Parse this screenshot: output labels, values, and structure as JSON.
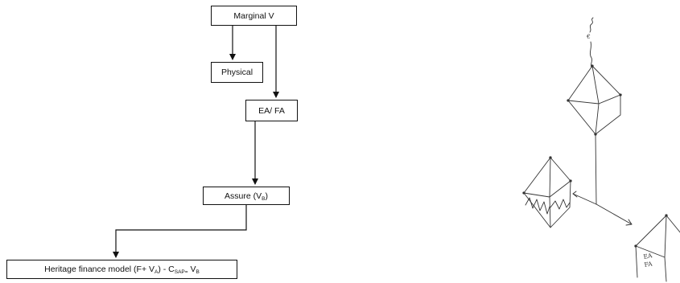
{
  "flowchart": {
    "marginal": "Marginal V",
    "physical": "Physical",
    "eafa": "EA/ FA",
    "assure": {
      "text": "Assure (V",
      "sub": "B",
      "close": ")"
    },
    "heritage": {
      "t1": "Heritage finance model (F+ V",
      "s1": "A",
      "t2": ") - C",
      "s2": "SAP=",
      "t3": " V",
      "s3": "B"
    }
  },
  "sketch": {
    "currency_symbol": "€",
    "bottom_house_label_1": "EA",
    "bottom_house_label_2": "FA"
  },
  "colors": {
    "line": "#111111",
    "sketch_line": "#333333",
    "background": "#ffffff"
  }
}
